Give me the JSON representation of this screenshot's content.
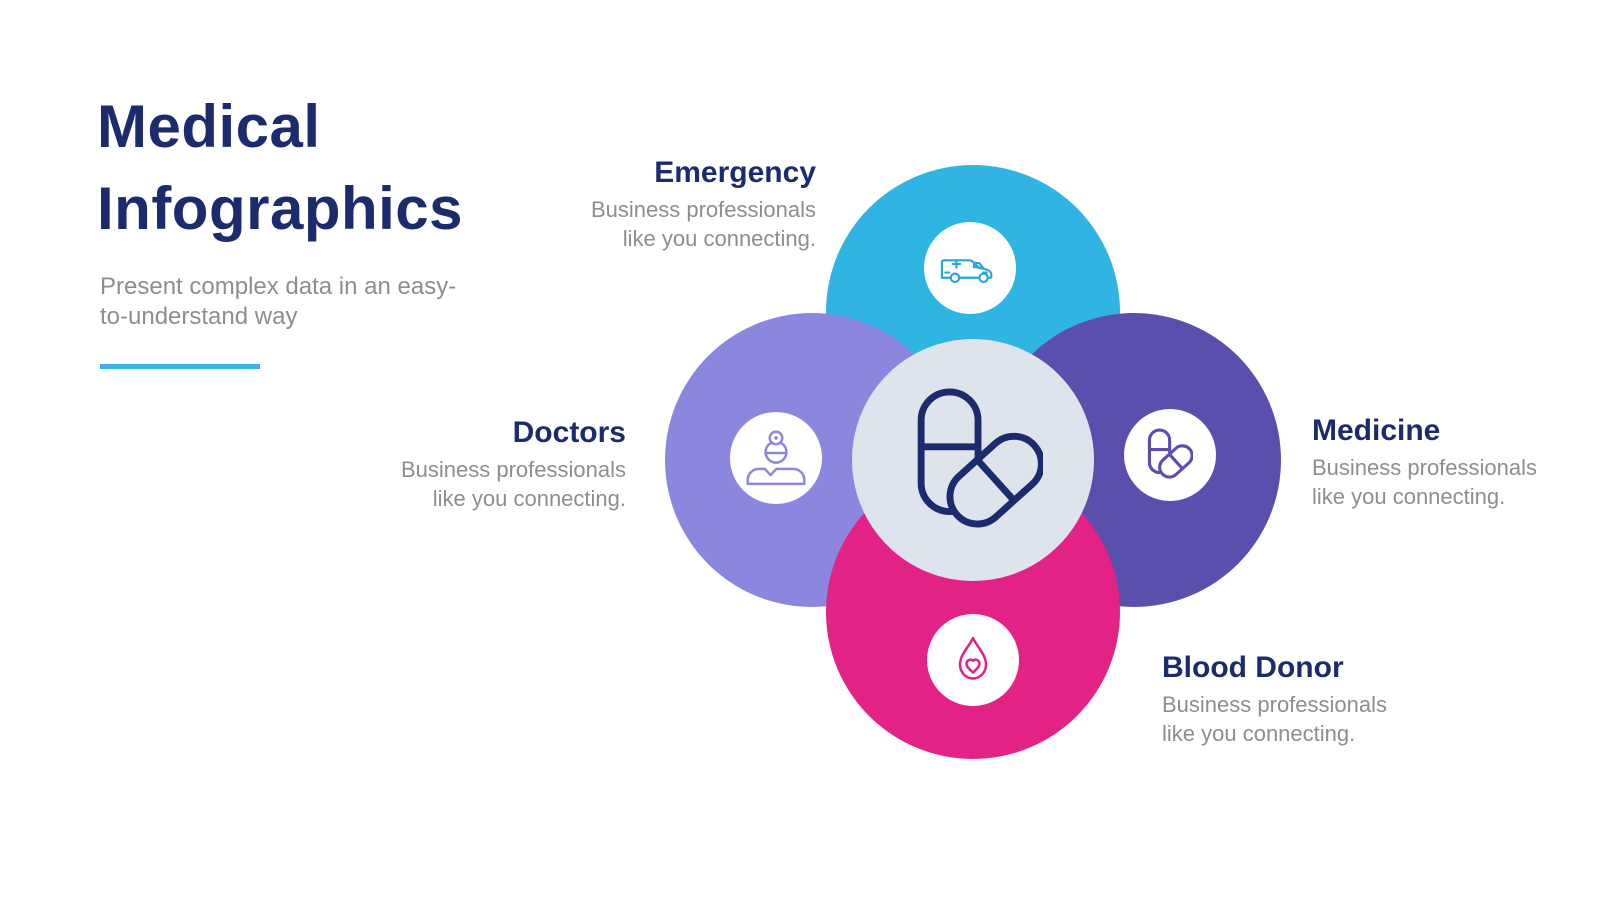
{
  "header": {
    "title": "Medical Infographics",
    "subtitle_line1": "Present complex data in an easy-",
    "subtitle_line2": "to-understand way"
  },
  "items": [
    {
      "label": "Emergency",
      "description": "Business professionals like you connecting.",
      "color": "#30b4e4",
      "icon": "ambulance-icon"
    },
    {
      "label": "Doctors",
      "description": "Business professionals like you connecting.",
      "color": "#8b87de",
      "icon": "doctor-icon"
    },
    {
      "label": "Medicine",
      "description": "Business professionals like you connecting.",
      "color": "#5b4fae",
      "icon": "pills-icon"
    },
    {
      "label": "Blood Donor",
      "description": "Business professionals like you connecting.",
      "color": "#e32286",
      "icon": "blood-drop-heart-icon"
    }
  ],
  "center": {
    "icon": "pills-logo-icon",
    "color": "#dde4ec",
    "logo_color": "#1b2b6d"
  },
  "colors": {
    "heading_text": "#1b2b6d",
    "body_text": "#8e8e90",
    "accent_underline": "#3cb4e8",
    "background": "#ffffff"
  }
}
